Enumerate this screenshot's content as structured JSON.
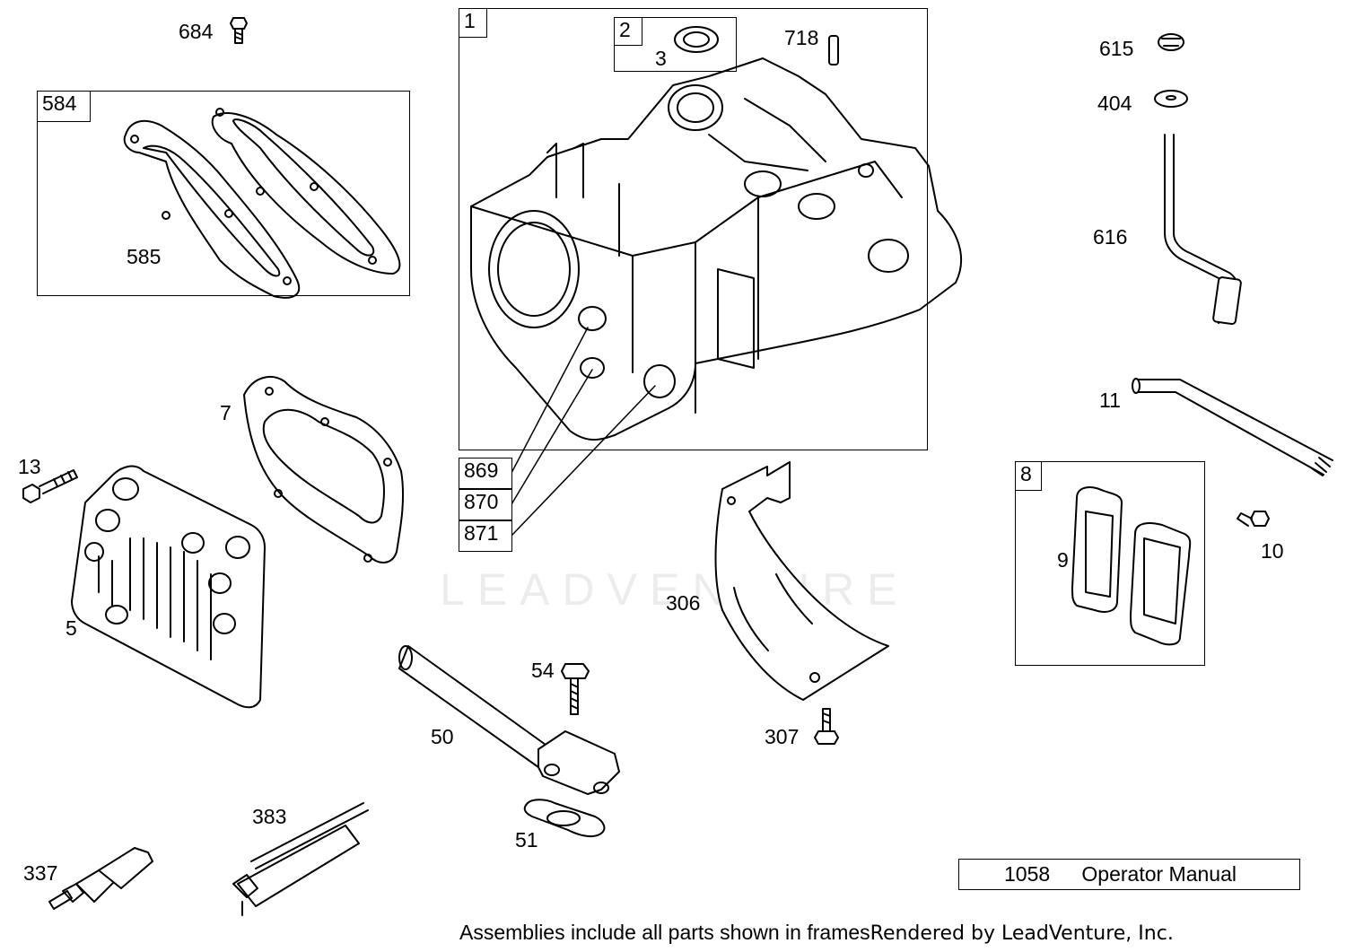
{
  "callouts": {
    "c1": "1",
    "c2": "2",
    "c3": "3",
    "c5": "5",
    "c7": "7",
    "c8": "8",
    "c9": "9",
    "c10": "10",
    "c11": "11",
    "c13": "13",
    "c50": "50",
    "c51": "51",
    "c54": "54",
    "c306": "306",
    "c307": "307",
    "c337": "337",
    "c383": "383",
    "c404": "404",
    "c584": "584",
    "c585": "585",
    "c615": "615",
    "c616": "616",
    "c684": "684",
    "c718": "718",
    "c869": "869",
    "c870": "870",
    "c871": "871"
  },
  "manual": {
    "number": "1058",
    "label": "Operator Manual"
  },
  "footer": {
    "note": "Assemblies include all parts shown in frames",
    "rendered": "Rendered by LeadVenture, Inc."
  },
  "watermark": "LEADVENTURE"
}
